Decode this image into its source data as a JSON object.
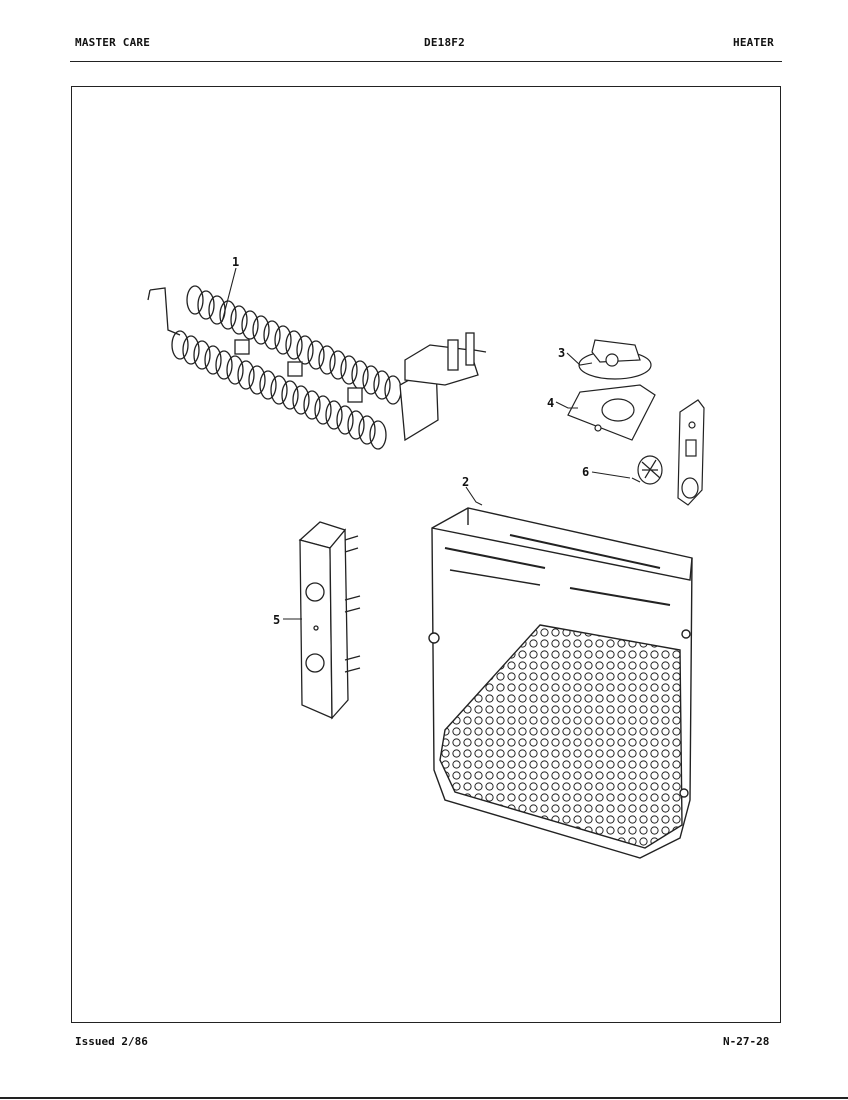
{
  "header": {
    "left": "MASTER CARE",
    "center": "DE18F2",
    "right": "HEATER"
  },
  "footer": {
    "issued": "Issued 2/86",
    "page_code": "N-27-28"
  },
  "callouts": {
    "part1": "1",
    "part2": "2",
    "part3": "3",
    "part4": "4",
    "part5": "5",
    "part6": "6"
  }
}
